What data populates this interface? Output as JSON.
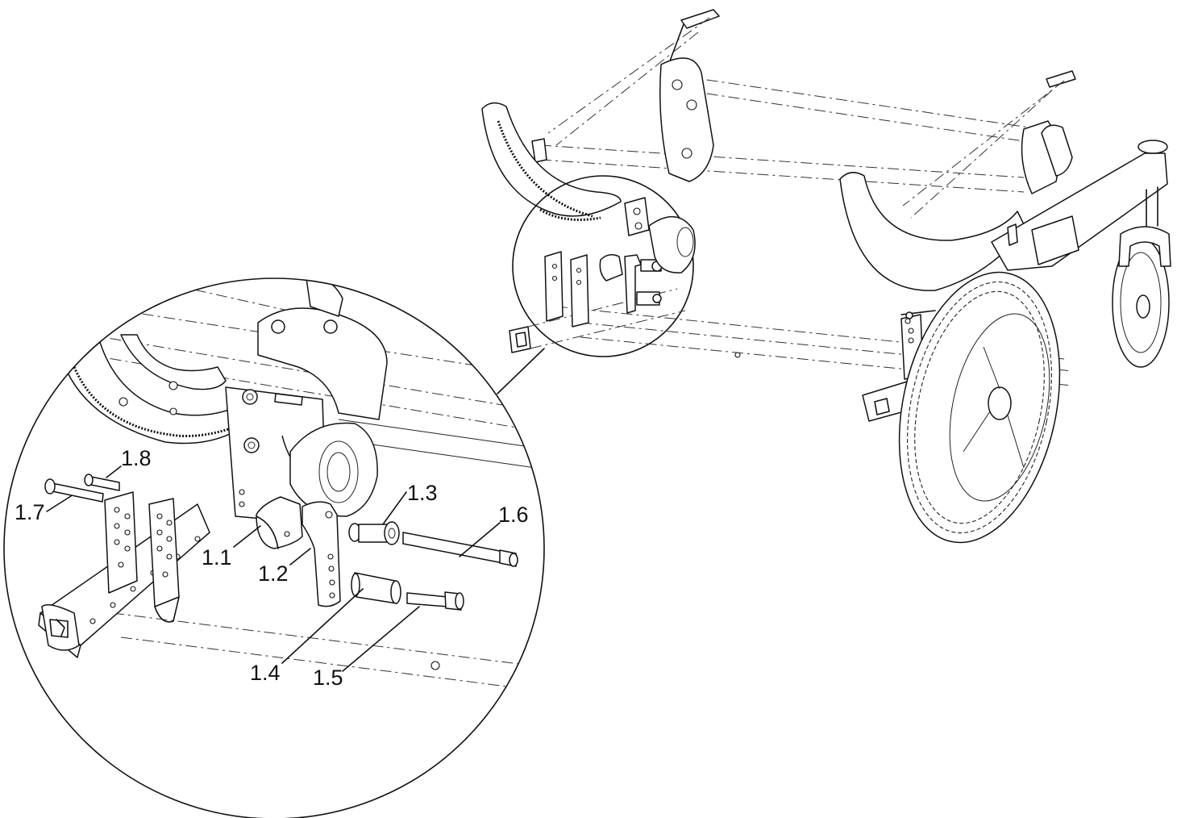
{
  "parts": [
    {
      "id": "1.1",
      "label": "1.1"
    },
    {
      "id": "1.2",
      "label": "1.2"
    },
    {
      "id": "1.3",
      "label": "1.3"
    },
    {
      "id": "1.4",
      "label": "1.4"
    },
    {
      "id": "1.5",
      "label": "1.5"
    },
    {
      "id": "1.6",
      "label": "1.6"
    },
    {
      "id": "1.7",
      "label": "1.7"
    },
    {
      "id": "1.8",
      "label": "1.8"
    }
  ]
}
